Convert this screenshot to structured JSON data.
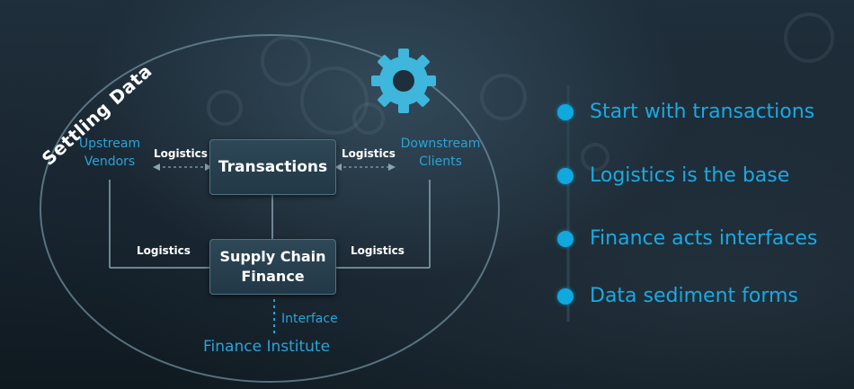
{
  "diagram": {
    "title": "Settling Data",
    "boxes": {
      "transactions": "Transactions",
      "supply_chain_finance_line1": "Supply Chain",
      "supply_chain_finance_line2": "Finance"
    },
    "labels": {
      "upstream_line1": "Upstream",
      "upstream_line2": "Vendors",
      "downstream_line1": "Downstream",
      "downstream_line2": "Clients",
      "logistics": "Logistics",
      "interface": "Interface",
      "finance_institute": "Finance Institute"
    },
    "icons": {
      "gear": "gear-icon"
    },
    "colors": {
      "accent_blue": "#1aa9e2",
      "gear_blue": "#3fb6dc",
      "box_fill": "#2a4352",
      "text_white": "#ffffff"
    }
  },
  "bullets": {
    "items": [
      {
        "text": "Start with transactions"
      },
      {
        "text": "Logistics is the base"
      },
      {
        "text": "Finance acts interfaces"
      },
      {
        "text": "Data sediment forms"
      }
    ]
  }
}
